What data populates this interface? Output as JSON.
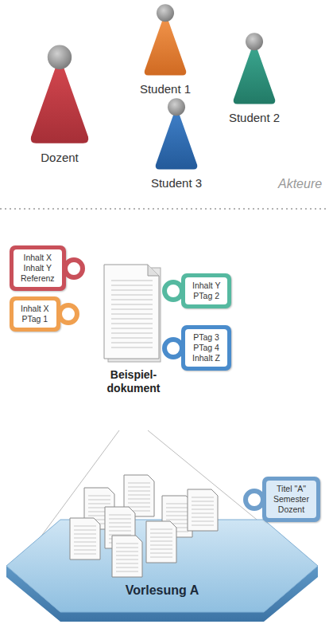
{
  "diagram": {
    "nodes": [
      {
        "text": [
          "Dozent"
        ]
      },
      {
        "text": [
          "Student 1"
        ]
      },
      {
        "text": [
          "Student 2"
        ]
      },
      {
        "text": [
          "Student 3"
        ]
      },
      {
        "text": [
          "Inhalt X",
          "Inhalt Y",
          "Referenz"
        ]
      },
      {
        "text": [
          "Inhalt X",
          "PTag 1"
        ]
      },
      {
        "text": [
          "Beispiel- dokument"
        ]
      },
      {
        "text": [
          "Inhalt Y",
          "PTag 2"
        ]
      },
      {
        "text": [
          "PTag 3",
          "PTag 4",
          "Inhalt Z"
        ]
      },
      {
        "text": [
          "Vorlesung A"
        ]
      },
      {
        "text": [
          "Titel \"A\"",
          "Semester",
          "Dozent"
        ]
      }
    ],
    "labels": [
      "Akteure"
    ]
  }
}
